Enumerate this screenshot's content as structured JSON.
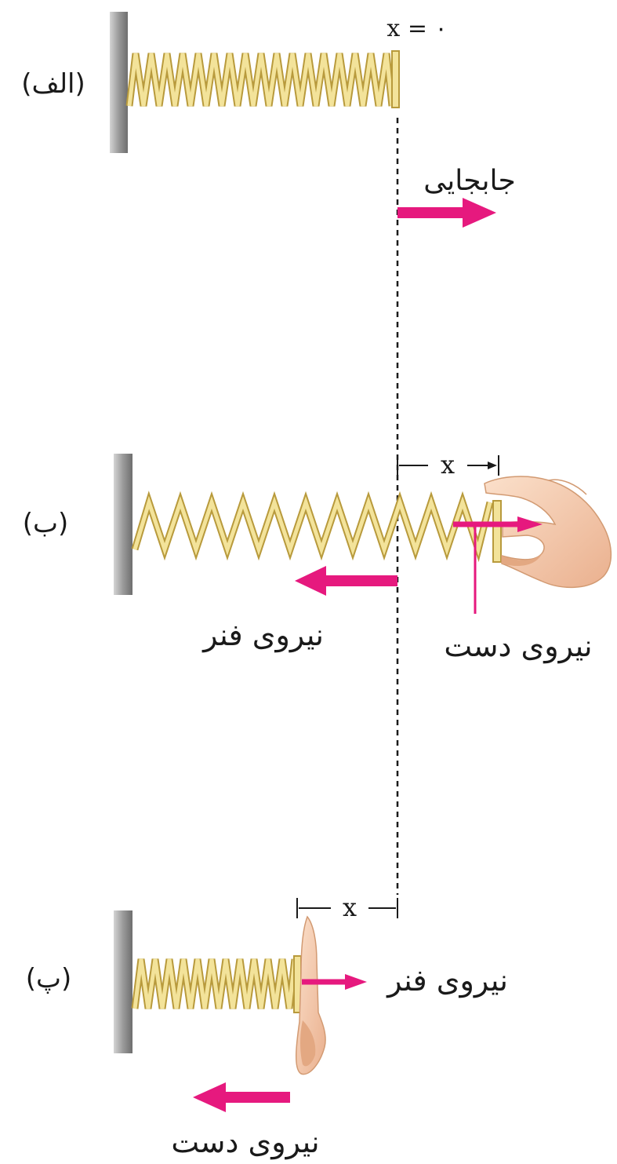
{
  "labels": {
    "alef": "(الف)",
    "be": "(ب)",
    "pe": "(پ)",
    "x_zero": "x = ۰",
    "displacement": "جابجایی",
    "x_stretch": "x",
    "x_compress": "x",
    "spring_force_b": "نیروی فنر",
    "hand_force_b": "نیروی دست",
    "spring_force_p": "نیروی فنر",
    "hand_force_p": "نیروی دست"
  },
  "colors": {
    "arrow": "#e6197e",
    "spring": "#f3e39a",
    "spring_edge": "#b89a3c",
    "wall": "#8a8a8a"
  },
  "icons": [
    "wall",
    "spring",
    "hand",
    "arrow"
  ]
}
